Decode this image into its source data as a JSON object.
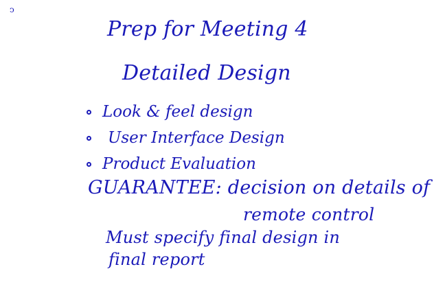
{
  "note": {
    "corner_mark": "ↄ",
    "title": "Prep for Meeting 4",
    "subtitle": "Detailed Design",
    "bullets": [
      "Look & feel design",
      "User Interface Design",
      "Product Evaluation"
    ],
    "guarantee_line1": "GUARANTEE: decision on details of",
    "guarantee_line2": "remote control",
    "must_line1": "Must specify final design in",
    "must_line2": "final report"
  },
  "colors": {
    "ink": "#1a1ab8",
    "paper": "#ffffff"
  }
}
